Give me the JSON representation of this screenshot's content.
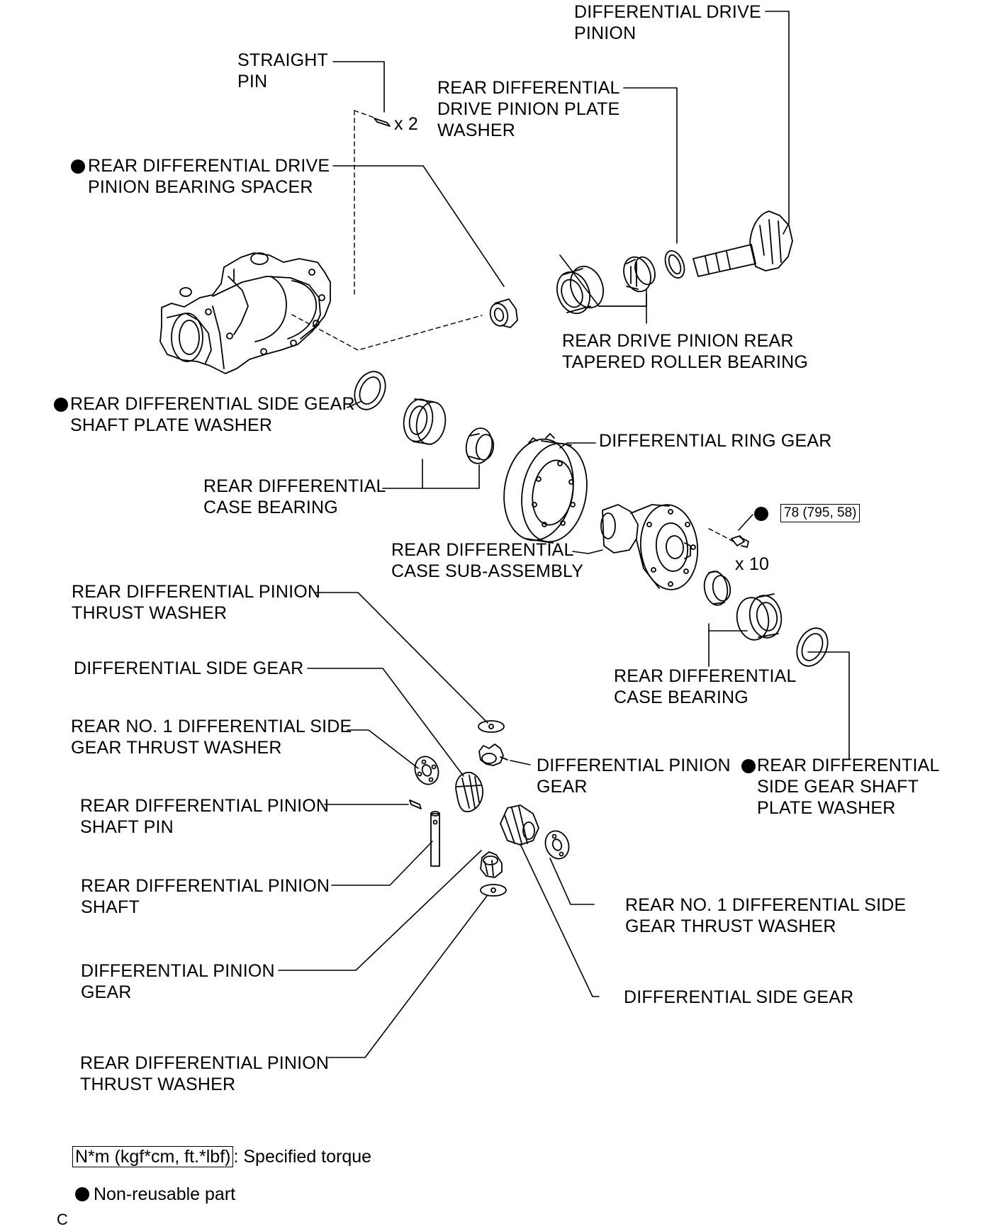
{
  "labels": {
    "differential_drive_pinion": [
      "DIFFERENTIAL DRIVE",
      "PINION"
    ],
    "straight_pin": [
      "STRAIGHT",
      "PIN"
    ],
    "straight_pin_qty": "x 2",
    "drive_pinion_plate_washer": [
      "REAR DIFFERENTIAL",
      "DRIVE PINION PLATE",
      "WASHER"
    ],
    "drive_pinion_bearing_spacer": [
      "REAR DIFFERENTIAL DRIVE",
      "PINION BEARING SPACER"
    ],
    "drive_pinion_rear_bearing": [
      "REAR DRIVE PINION REAR",
      "TAPERED ROLLER BEARING"
    ],
    "side_gear_shaft_plate_washer_left": [
      "REAR DIFFERENTIAL SIDE GEAR",
      "SHAFT PLATE WASHER"
    ],
    "ring_gear": [
      "DIFFERENTIAL RING GEAR"
    ],
    "case_bearing_left": [
      "REAR DIFFERENTIAL",
      "CASE BEARING"
    ],
    "torque_value": "78 (795, 58)",
    "bolt_qty": "x 10",
    "case_sub_assembly": [
      "REAR DIFFERENTIAL",
      "CASE SUB-ASSEMBLY"
    ],
    "pinion_thrust_washer_top": [
      "REAR DIFFERENTIAL PINION",
      "THRUST WASHER"
    ],
    "side_gear_left": [
      "DIFFERENTIAL SIDE GEAR"
    ],
    "case_bearing_right": [
      "REAR DIFFERENTIAL",
      "CASE BEARING"
    ],
    "side_gear_thrust_washer_left": [
      "REAR NO. 1 DIFFERENTIAL SIDE",
      "GEAR THRUST WASHER"
    ],
    "pinion_gear_right": [
      "DIFFERENTIAL PINION",
      "GEAR"
    ],
    "side_gear_shaft_plate_washer_right": [
      "REAR DIFFERENTIAL",
      "SIDE GEAR SHAFT",
      "PLATE WASHER"
    ],
    "pinion_shaft_pin": [
      "REAR DIFFERENTIAL PINION",
      "SHAFT PIN"
    ],
    "pinion_shaft": [
      "REAR DIFFERENTIAL PINION",
      "SHAFT"
    ],
    "side_gear_thrust_washer_right": [
      "REAR NO. 1 DIFFERENTIAL SIDE",
      "GEAR THRUST WASHER"
    ],
    "pinion_gear_left": [
      "DIFFERENTIAL PINION",
      "GEAR"
    ],
    "side_gear_right": [
      "DIFFERENTIAL SIDE GEAR"
    ],
    "pinion_thrust_washer_bottom": [
      "REAR DIFFERENTIAL PINION",
      "THRUST WASHER"
    ]
  },
  "legend": {
    "torque_box": "N*m (kgf*cm, ft.*lbf)",
    "torque_text": ": Specified torque",
    "nonreusable_text": "Non-reusable part"
  },
  "figure_code": "C"
}
